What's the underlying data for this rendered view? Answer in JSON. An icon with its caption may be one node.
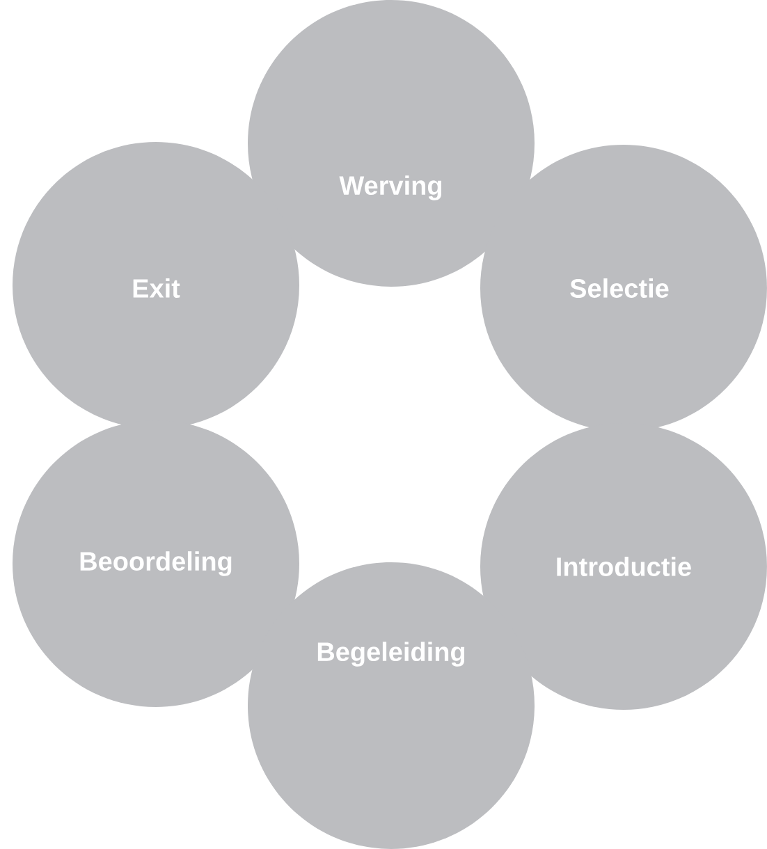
{
  "diagram": {
    "nodes": [
      {
        "text": [
          "Werving"
        ]
      },
      {
        "text": [
          "Exit"
        ]
      },
      {
        "text": [
          "Selectie"
        ]
      },
      {
        "text": [
          "Beoordeling"
        ]
      },
      {
        "text": [
          "Introductie"
        ]
      },
      {
        "text": [
          "Begeleiding"
        ]
      }
    ]
  }
}
